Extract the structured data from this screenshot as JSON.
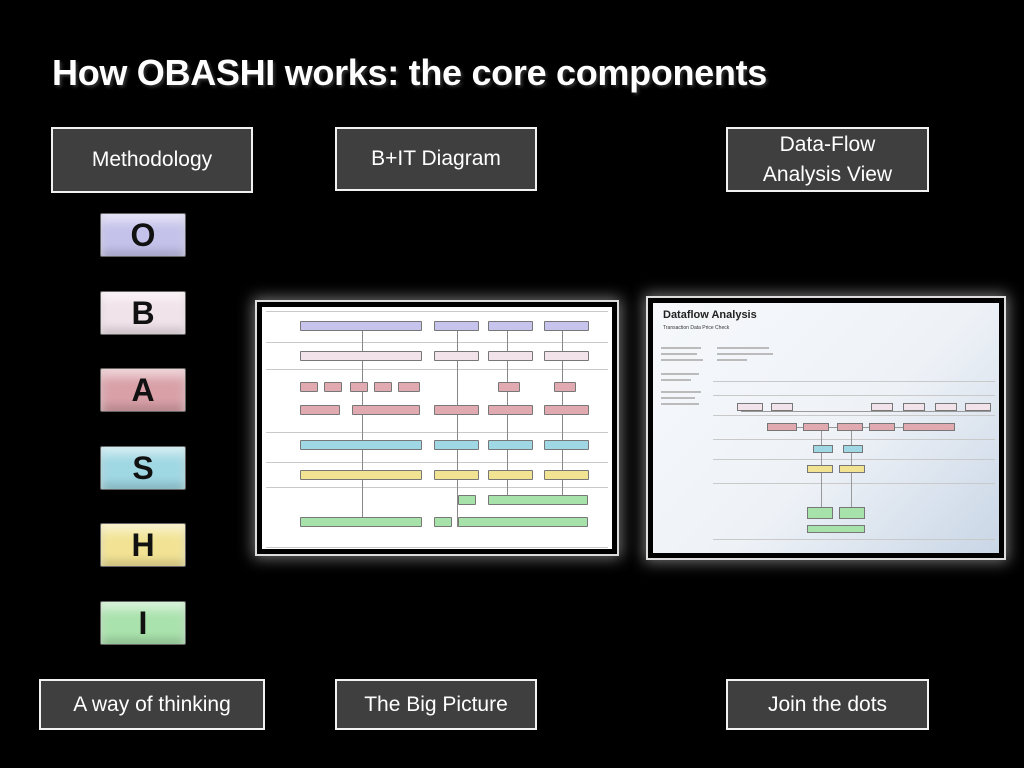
{
  "title": "How OBASHI works: the core components",
  "headers": {
    "methodology": "Methodology",
    "bit_diagram": "B+IT Diagram",
    "dataflow_line1": "Data-Flow",
    "dataflow_line2": "Analysis View"
  },
  "letters": [
    "O",
    "B",
    "A",
    "S",
    "H",
    "I"
  ],
  "letter_colors": [
    "#c4c2ea",
    "#f1e3ea",
    "#d9a0a8",
    "#9fd7e3",
    "#f2e394",
    "#a9e2ac"
  ],
  "footers": {
    "way_of_thinking": "A way of thinking",
    "big_picture": "The Big Picture",
    "join_dots": "Join the dots"
  },
  "dataflow_thumb": {
    "title": "Dataflow Analysis",
    "subtitle": "Transaction Data Price Check"
  }
}
